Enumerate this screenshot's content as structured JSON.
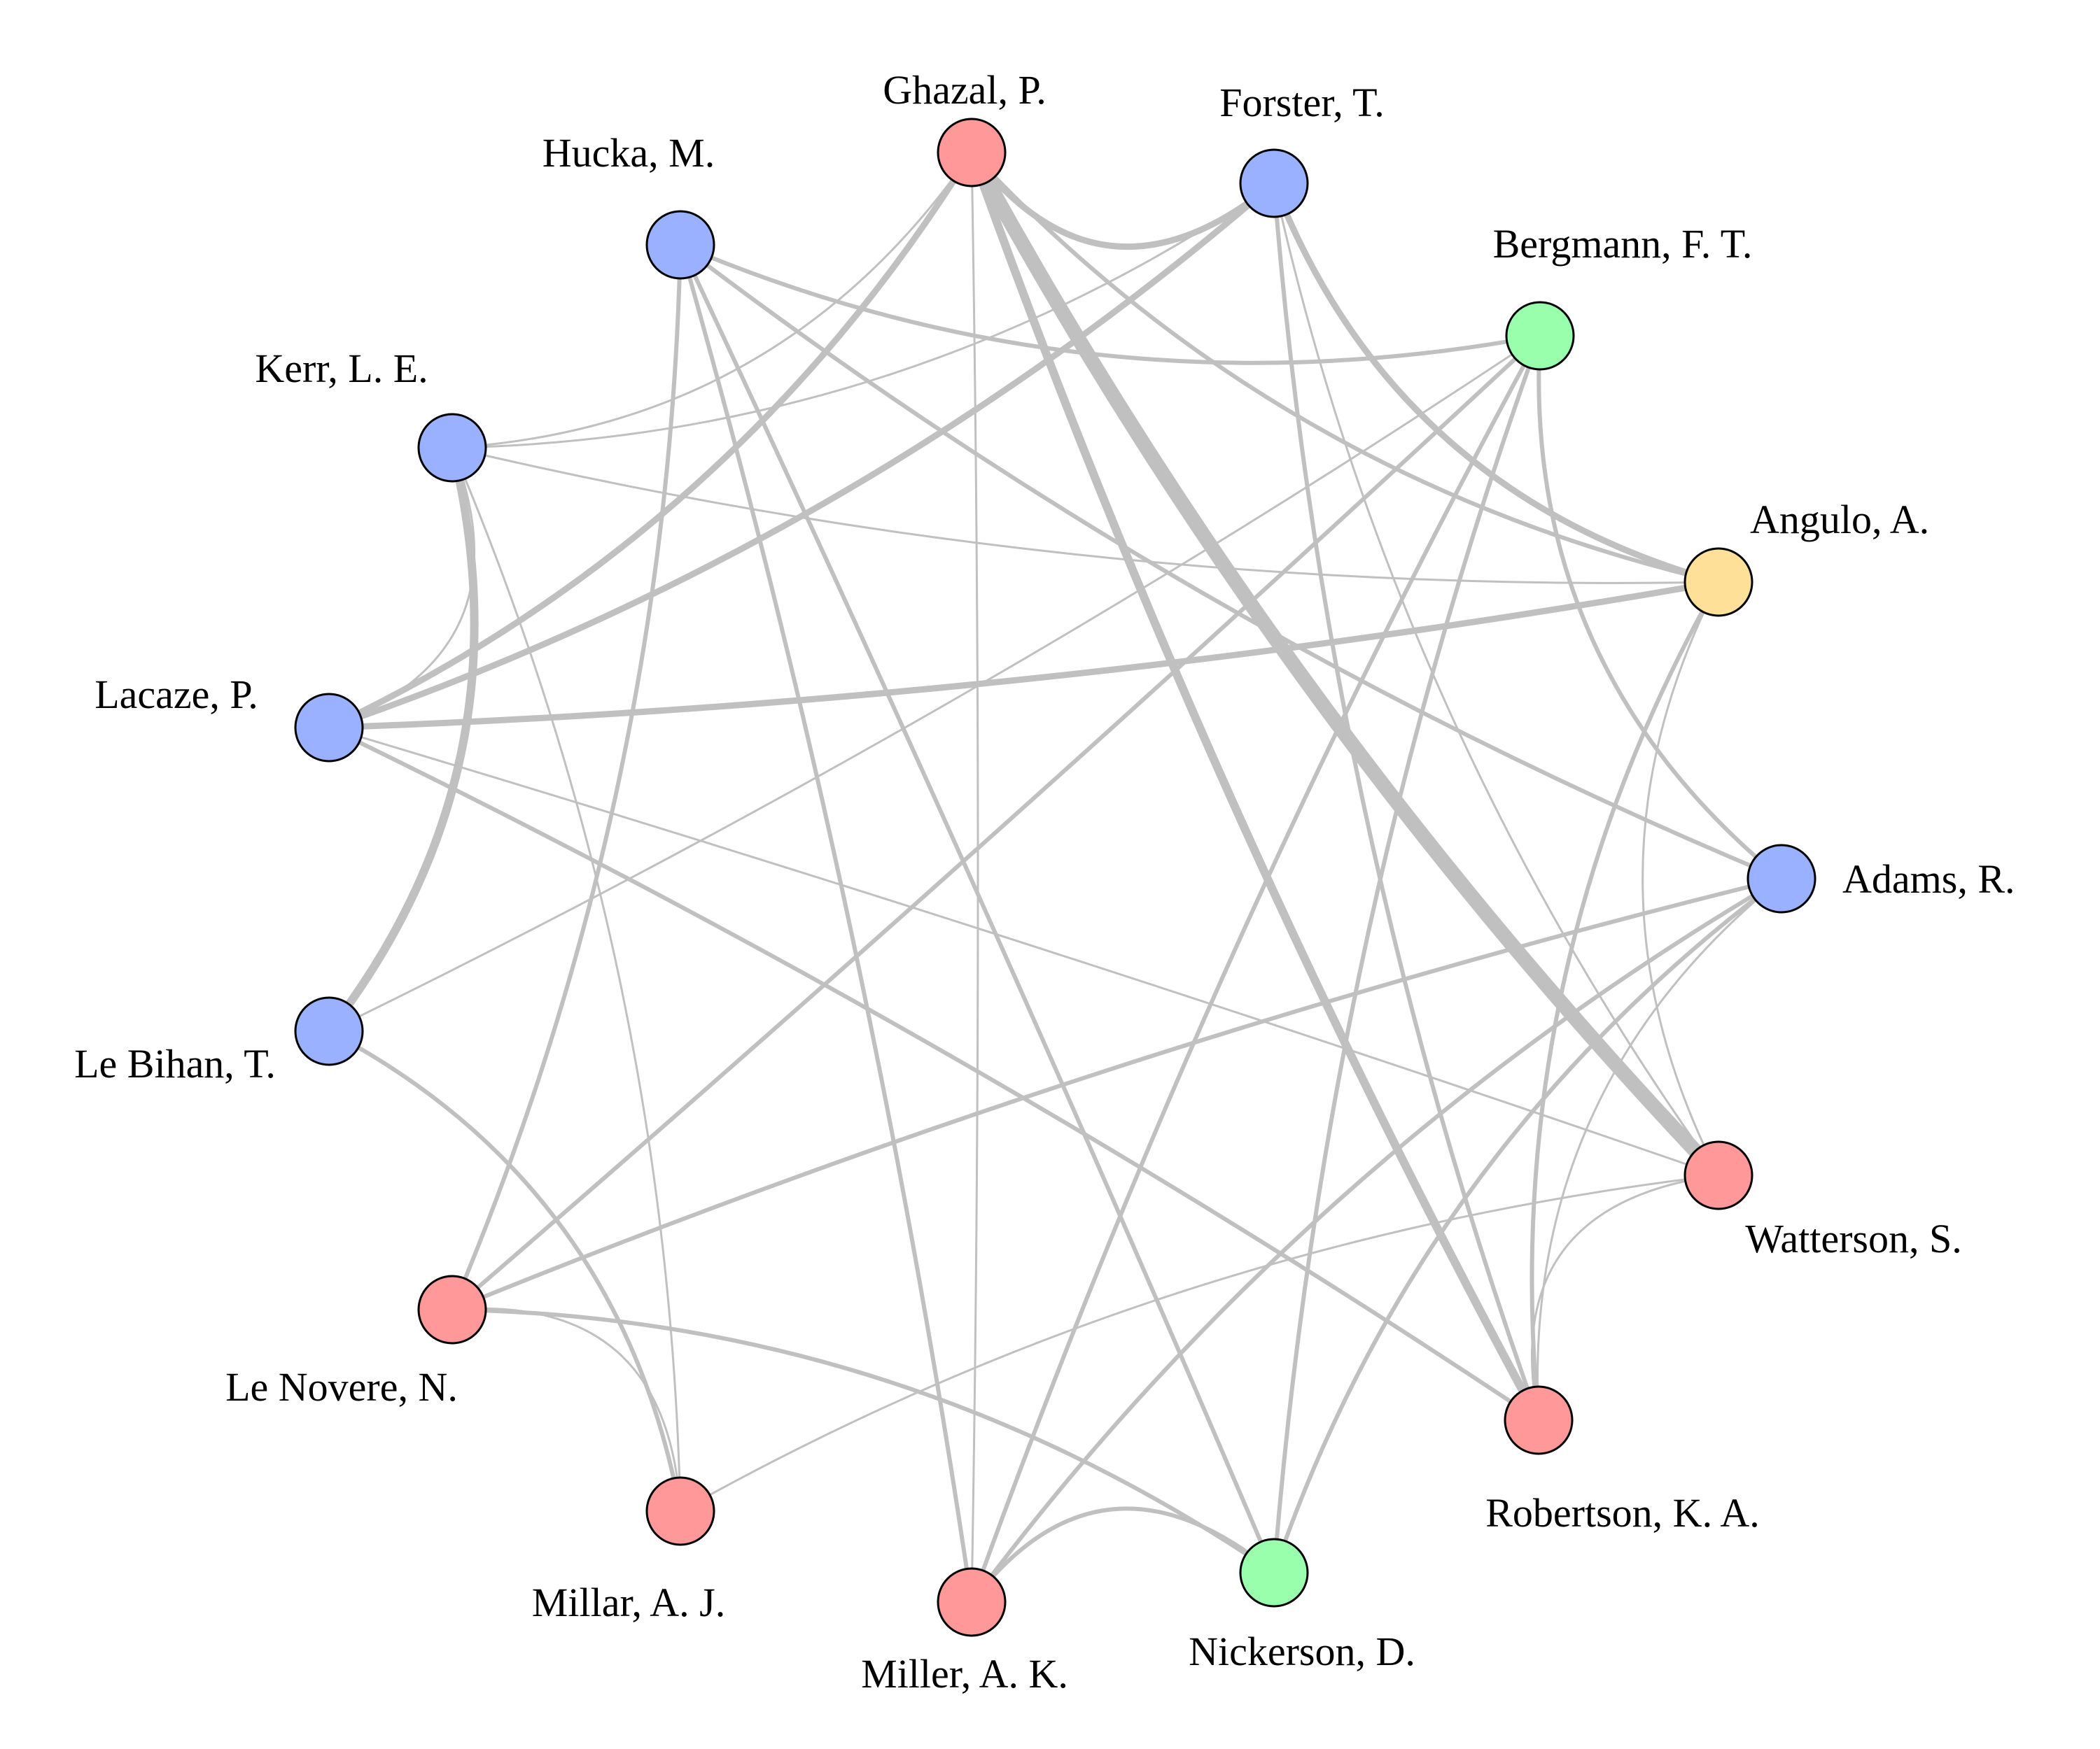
{
  "colors": {
    "edge": "#c0c0c0",
    "blue": "#99b1ff",
    "red": "#ff9999",
    "green": "#99ffad",
    "yellow": "#ffe099",
    "outline": "#000000"
  },
  "nodes": [
    {
      "id": "ghazal",
      "label": "Ghazal, P.",
      "color": "red"
    },
    {
      "id": "forster",
      "label": "Forster, T.",
      "color": "blue"
    },
    {
      "id": "bergmann",
      "label": "Bergmann, F. T.",
      "color": "green"
    },
    {
      "id": "angulo",
      "label": "Angulo, A.",
      "color": "yellow"
    },
    {
      "id": "adams",
      "label": "Adams, R.",
      "color": "blue"
    },
    {
      "id": "watterson",
      "label": "Watterson, S.",
      "color": "red"
    },
    {
      "id": "robertson",
      "label": "Robertson, K. A.",
      "color": "red"
    },
    {
      "id": "nickerson",
      "label": "Nickerson, D.",
      "color": "green"
    },
    {
      "id": "miller",
      "label": "Miller, A. K.",
      "color": "red"
    },
    {
      "id": "millar",
      "label": "Millar, A. J.",
      "color": "red"
    },
    {
      "id": "lenovere",
      "label": "Le Novere, N.",
      "color": "red"
    },
    {
      "id": "lebihan",
      "label": "Le Bihan, T.",
      "color": "blue"
    },
    {
      "id": "lacaze",
      "label": "Lacaze, P.",
      "color": "blue"
    },
    {
      "id": "kerr",
      "label": "Kerr, L. E.",
      "color": "blue"
    },
    {
      "id": "hucka",
      "label": "Hucka, M.",
      "color": "blue"
    }
  ],
  "edges": [
    {
      "source": "ghazal",
      "target": "watterson",
      "weight": 7
    },
    {
      "source": "ghazal",
      "target": "robertson",
      "weight": 4
    },
    {
      "source": "ghazal",
      "target": "forster",
      "weight": 3
    },
    {
      "source": "ghazal",
      "target": "lacaze",
      "weight": 3
    },
    {
      "source": "ghazal",
      "target": "kerr",
      "weight": 1
    },
    {
      "source": "ghazal",
      "target": "miller",
      "weight": 1
    },
    {
      "source": "ghazal",
      "target": "angulo",
      "weight": 2
    },
    {
      "source": "forster",
      "target": "lacaze",
      "weight": 3
    },
    {
      "source": "forster",
      "target": "angulo",
      "weight": 3
    },
    {
      "source": "forster",
      "target": "kerr",
      "weight": 1
    },
    {
      "source": "forster",
      "target": "robertson",
      "weight": 2
    },
    {
      "source": "forster",
      "target": "watterson",
      "weight": 1
    },
    {
      "source": "hucka",
      "target": "bergmann",
      "weight": 2
    },
    {
      "source": "hucka",
      "target": "lenovere",
      "weight": 2
    },
    {
      "source": "hucka",
      "target": "miller",
      "weight": 2
    },
    {
      "source": "hucka",
      "target": "nickerson",
      "weight": 2
    },
    {
      "source": "hucka",
      "target": "adams",
      "weight": 2
    },
    {
      "source": "kerr",
      "target": "lebihan",
      "weight": 4
    },
    {
      "source": "kerr",
      "target": "lacaze",
      "weight": 1
    },
    {
      "source": "kerr",
      "target": "angulo",
      "weight": 1
    },
    {
      "source": "kerr",
      "target": "millar",
      "weight": 1
    },
    {
      "source": "lacaze",
      "target": "angulo",
      "weight": 3
    },
    {
      "source": "lacaze",
      "target": "robertson",
      "weight": 2
    },
    {
      "source": "lacaze",
      "target": "watterson",
      "weight": 1
    },
    {
      "source": "bergmann",
      "target": "lenovere",
      "weight": 2
    },
    {
      "source": "bergmann",
      "target": "miller",
      "weight": 2
    },
    {
      "source": "bergmann",
      "target": "nickerson",
      "weight": 2
    },
    {
      "source": "bergmann",
      "target": "adams",
      "weight": 2
    },
    {
      "source": "bergmann",
      "target": "lebihan",
      "weight": 1
    },
    {
      "source": "angulo",
      "target": "robertson",
      "weight": 2
    },
    {
      "source": "angulo",
      "target": "watterson",
      "weight": 1
    },
    {
      "source": "adams",
      "target": "lenovere",
      "weight": 2
    },
    {
      "source": "adams",
      "target": "miller",
      "weight": 2
    },
    {
      "source": "adams",
      "target": "nickerson",
      "weight": 2
    },
    {
      "source": "adams",
      "target": "robertson",
      "weight": 1
    },
    {
      "source": "lebihan",
      "target": "millar",
      "weight": 2
    },
    {
      "source": "lenovere",
      "target": "millar",
      "weight": 1
    },
    {
      "source": "lenovere",
      "target": "nickerson",
      "weight": 2
    },
    {
      "source": "watterson",
      "target": "millar",
      "weight": 1
    },
    {
      "source": "watterson",
      "target": "robertson",
      "weight": 1
    },
    {
      "source": "miller",
      "target": "nickerson",
      "weight": 2
    }
  ]
}
